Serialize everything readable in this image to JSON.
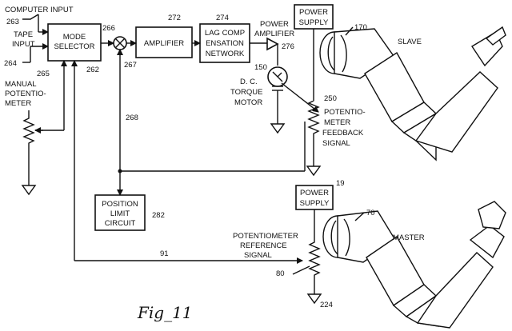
{
  "labels": {
    "computer_input": "COMPUTER INPUT",
    "ref_263": "263",
    "tape": "TAPE",
    "input": "INPUT",
    "ref_264": "264",
    "manual": "MANUAL",
    "potentio": "POTENTIO-",
    "meter": "METER",
    "ref_265": "265",
    "mode": "MODE",
    "selector": "SELECTOR",
    "ref_262": "262",
    "ref_266": "266",
    "ref_267": "267",
    "ref_272": "272",
    "amplifier": "AMPLIFIER",
    "ref_274": "274",
    "lag_comp": "LAG COMP",
    "ensation": "ENSATION",
    "network": "NETWORK",
    "power_amp_1": "POWER",
    "power_amp_2": "AMPLIFIER",
    "ref_276": "276",
    "power_supply_top_1": "POWER",
    "power_supply_top_2": "SUPPLY",
    "ref_170": "170",
    "slave": "SLAVE",
    "ref_150": "150",
    "dc": "D. C.",
    "torque": "TORQUE",
    "motor": "MOTOR",
    "ref_250": "250",
    "pot_fb_1": "POTENTIO-",
    "pot_fb_2": "METER",
    "pot_fb_3": "FEEDBACK",
    "pot_fb_4": "SIGNAL",
    "ref_268": "268",
    "position": "POSITION",
    "limit": "LIMIT",
    "circuit": "CIRCUIT",
    "ref_282": "282",
    "ref_19": "19",
    "power_supply_bot_1": "POWER",
    "power_supply_bot_2": "SUPPLY",
    "ref_70": "70",
    "master": "MASTER",
    "pot_ref_1": "POTENTIOMETER",
    "pot_ref_2": "REFERENCE",
    "pot_ref_3": "SIGNAL",
    "ref_91": "91",
    "ref_80": "80",
    "ref_224": "224",
    "fig_caption": "Fig_11"
  }
}
